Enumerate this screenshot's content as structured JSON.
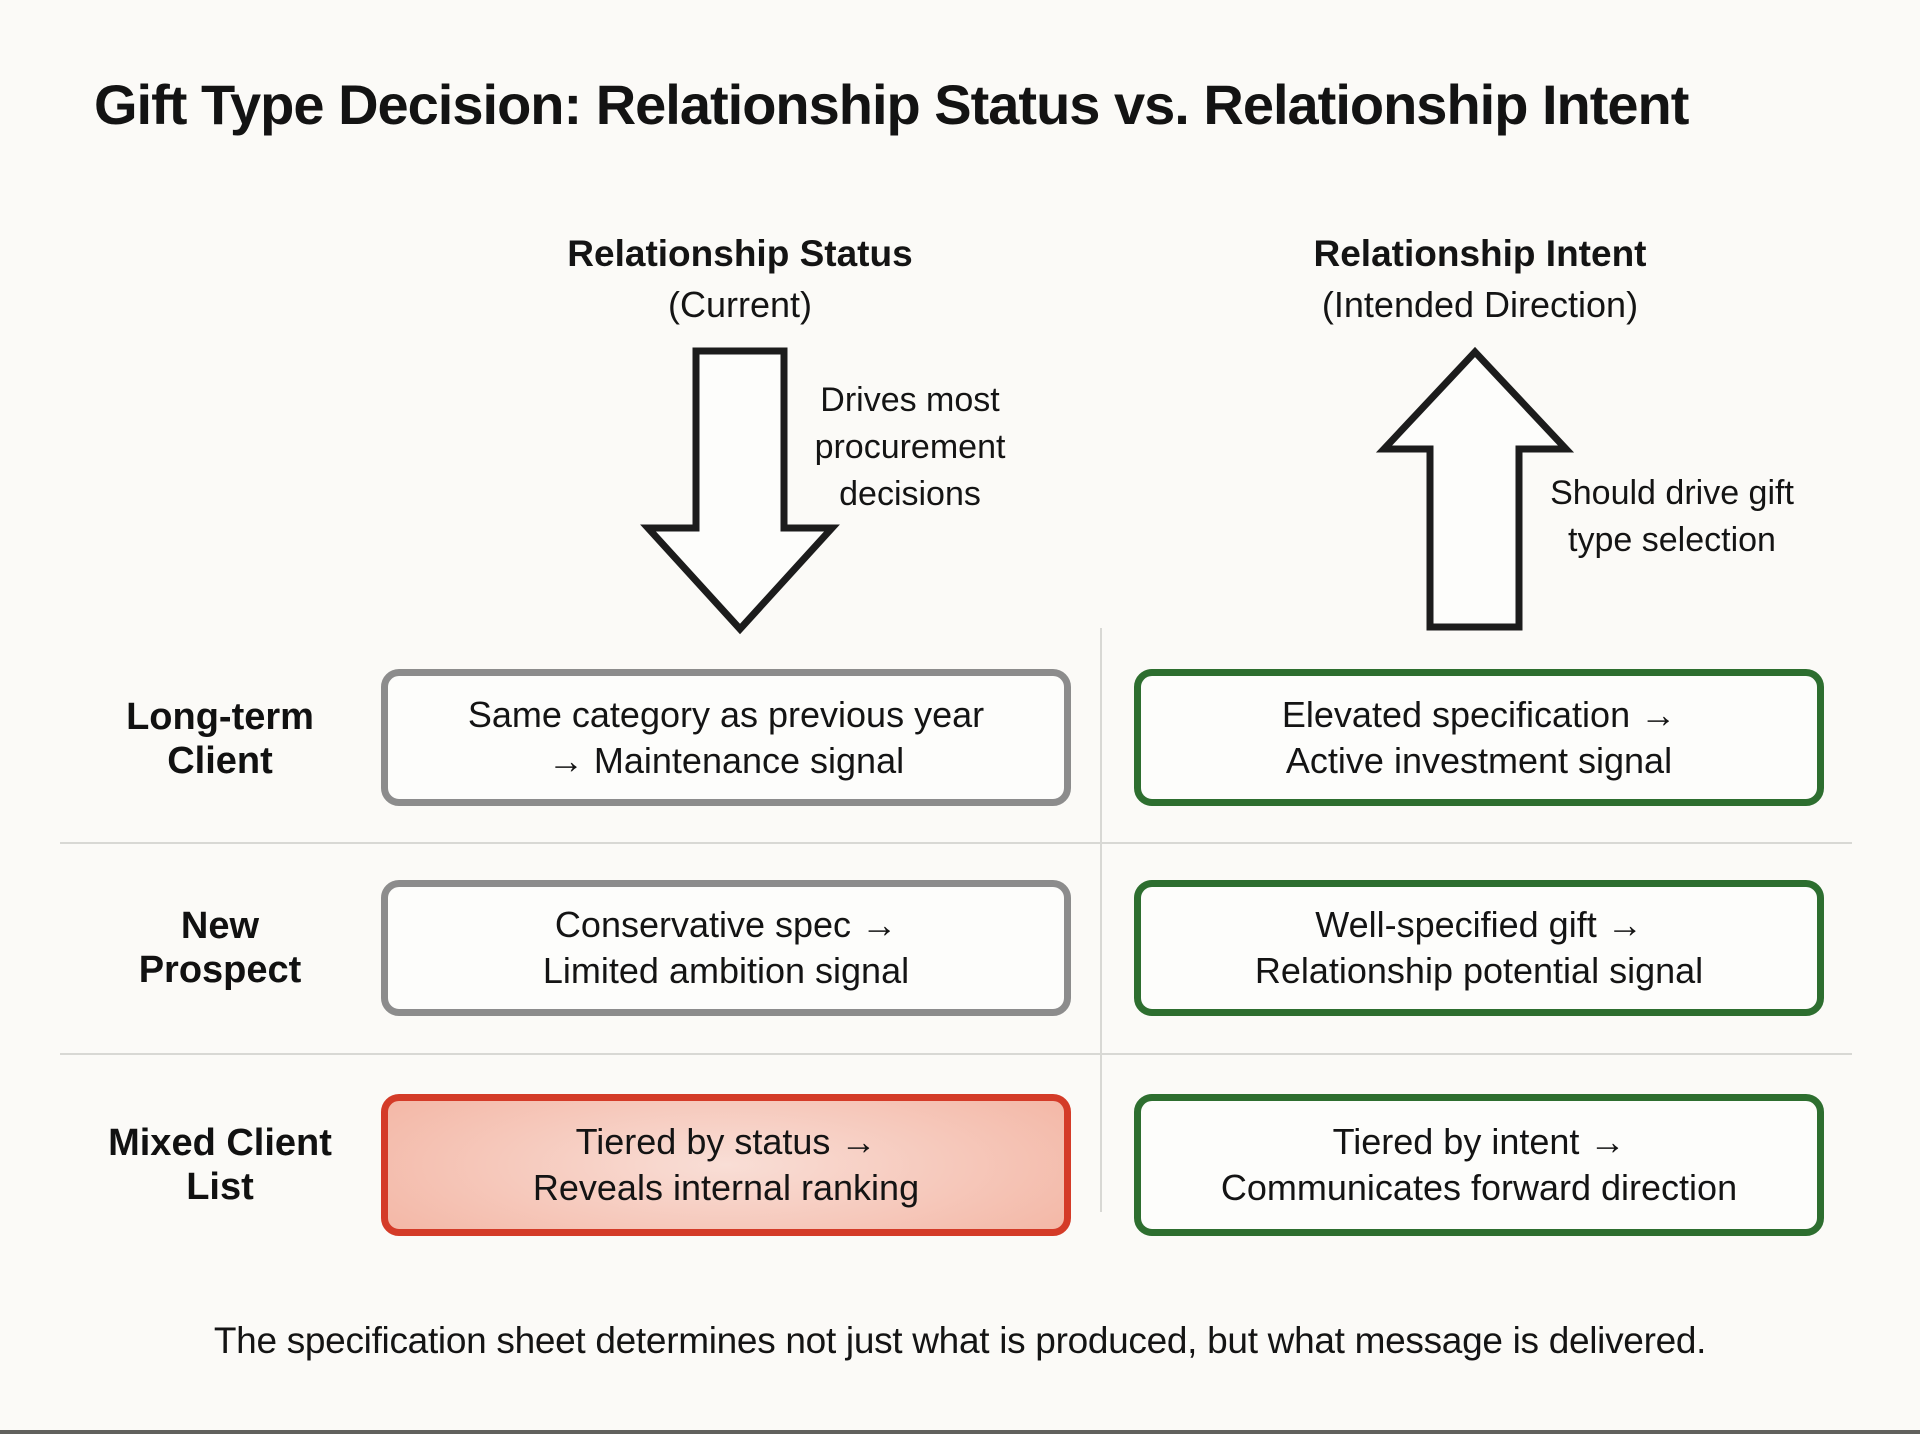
{
  "title": "Gift Type Decision: Relationship Status vs. Relationship Intent",
  "columns": {
    "status": {
      "title": "Relationship Status",
      "subtitle": "(Current)",
      "arrow_direction": "down",
      "arrow_label_lines": [
        "Drives most",
        "procurement",
        "decisions"
      ]
    },
    "intent": {
      "title": "Relationship Intent",
      "subtitle": "(Intended Direction)",
      "arrow_direction": "up",
      "arrow_label_lines": [
        "Should drive gift",
        "type selection"
      ]
    }
  },
  "rows": [
    {
      "label_lines": [
        "Long-term",
        "Client"
      ],
      "status_cell": {
        "lines": [
          "Same category as previous year",
          "→ Maintenance signal"
        ],
        "style": "neutral"
      },
      "intent_cell": {
        "lines": [
          "Elevated specification →",
          "Active investment signal"
        ],
        "style": "positive"
      }
    },
    {
      "label_lines": [
        "New",
        "Prospect"
      ],
      "status_cell": {
        "lines": [
          "Conservative spec →",
          "Limited ambition signal"
        ],
        "style": "neutral"
      },
      "intent_cell": {
        "lines": [
          "Well-specified gift →",
          "Relationship potential signal"
        ],
        "style": "positive"
      }
    },
    {
      "label_lines": [
        "Mixed Client",
        "List"
      ],
      "status_cell": {
        "lines": [
          "Tiered by status →",
          "Reveals internal ranking"
        ],
        "style": "alert"
      },
      "intent_cell": {
        "lines": [
          "Tiered by intent →",
          "Communicates forward direction"
        ],
        "style": "positive"
      }
    }
  ],
  "caption": "The specification sheet determines not just what is produced, but what message is delivered.",
  "colors": {
    "background": "#fbfaf7",
    "text": "#141414",
    "neutral_border": "#8c8c8c",
    "positive_border": "#2d6e2f",
    "alert_border": "#d43b28",
    "alert_fill_center": "#f9ded6",
    "alert_fill_edge": "#e77e62",
    "divider": "#d8d8d4"
  }
}
